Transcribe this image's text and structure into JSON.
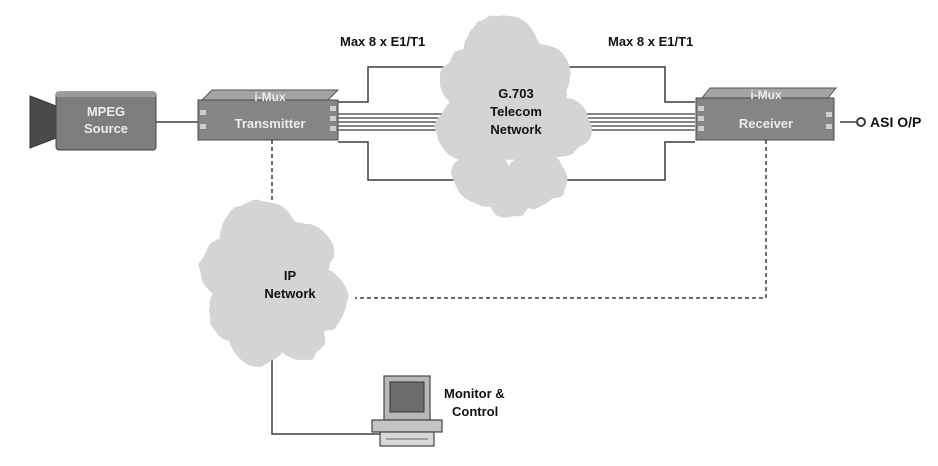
{
  "labels": {
    "link_left": "Max 8 x E1/T1",
    "link_right": "Max 8 x E1/T1",
    "mpeg_line1": "MPEG",
    "mpeg_line2": "Source",
    "tx_line1": "i-Mux",
    "tx_line2": "Transmitter",
    "rx_line1": "i-Mux",
    "rx_line2": "Receiver",
    "telecom_line1": "G.703",
    "telecom_line2": "Telecom",
    "telecom_line3": "Network",
    "ip_line1": "IP",
    "ip_line2": "Network",
    "monitor_line1": "Monitor &",
    "monitor_line2": "Control",
    "asi_output": "ASI O/P"
  },
  "colors": {
    "device_fill": "#8c8c8c",
    "device_dark": "#5a5a5a",
    "cloud_fill": "#d4d4d4",
    "line": "#3c3c3c",
    "label_light": "#ececec",
    "label_dark": "#111111"
  },
  "icons": {
    "source": "video-camera-icon",
    "computer": "desktop-computer-icon",
    "connector": "bnc-connector-icon"
  }
}
